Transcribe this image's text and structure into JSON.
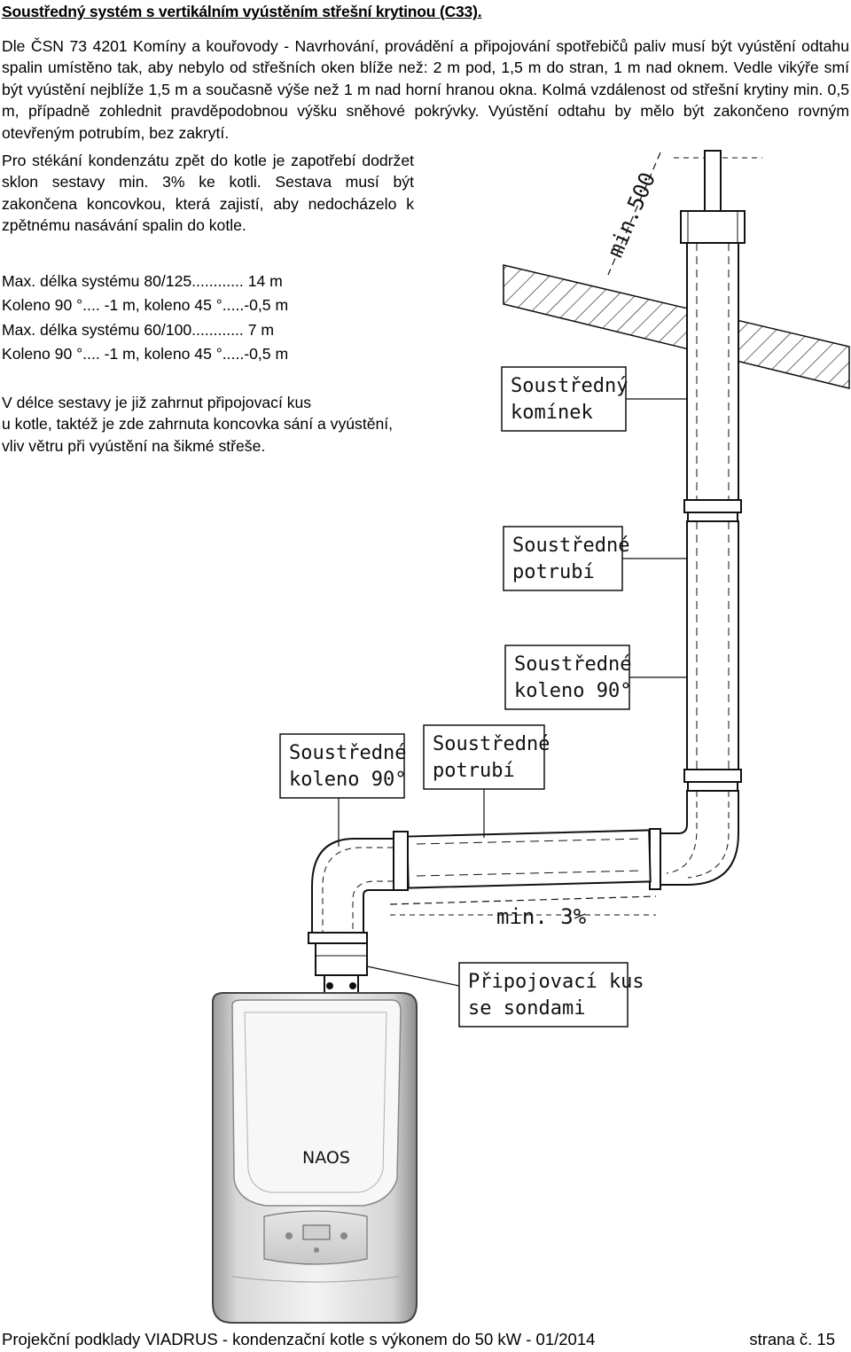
{
  "heading": "Soustředný systém s vertikálním vyústěním střešní krytinou (C33).",
  "intro": "Dle ČSN 73 4201 Komíny a kouřovody - Navrhování, provádění a připojování spotřebičů paliv musí být vyústění odtahu spalin umístěno tak, aby nebylo od střešních oken blíže než: 2 m pod, 1,5 m do stran, 1 m nad oknem. Vedle vikýře smí být vyústění nejblíže 1,5 m a současně výše než 1 m nad horní hranou okna. Kolmá vzdálenost od střešní krytiny min. 0,5 m, případně zohlednit pravděpodobnou výšku sněhové pokrývky. Vyústění odtahu by mělo být zakončeno rovným otevřeným potrubím, bez zakrytí.",
  "condensate": "Pro stékání kondenzátu zpět do kotle je zapotřebí dodržet sklon sestavy min. 3% ke kotli. Sestava musí být zakončena koncovkou, která zajistí, aby nedocházelo k zpětnému nasávání spalin do kotle.",
  "specs": [
    "Max. délka systému 80/125............ 14 m",
    "Koleno 90 °.... -1 m,  koleno 45 °.....-0,5 m",
    "Max. délka systému 60/100............ 7 m",
    "Koleno 90 °.... -1 m,  koleno 45 °.....-0,5 m"
  ],
  "note": [
    "V délce sestavy je již zahrnut připojovací kus",
    "u kotle, taktéž je zde zahrnuta koncovka sání a vyústění,",
    "vliv větru při vyústění na šikmé střeše."
  ],
  "diagram": {
    "labels": {
      "chimney": [
        "Soustředný",
        "komínek"
      ],
      "pipe_vertical": [
        "Soustředné",
        "potrubí"
      ],
      "elbow_right": [
        "Soustředné",
        "koleno 90°"
      ],
      "elbow_left": [
        "Soustředné",
        "koleno 90°"
      ],
      "pipe_horizontal": [
        "Soustředné",
        "potrubí"
      ],
      "connector": [
        "Připojovací kus",
        "se sondami"
      ]
    },
    "dim_min500": "min.500",
    "dim_slope": "min. 3%",
    "boiler_brand": "NAOS"
  },
  "footer": {
    "left": "Projekční podklady VIADRUS - kondenzační kotle s výkonem do 50 kW - 01/2014",
    "right": "strana č. 15"
  }
}
